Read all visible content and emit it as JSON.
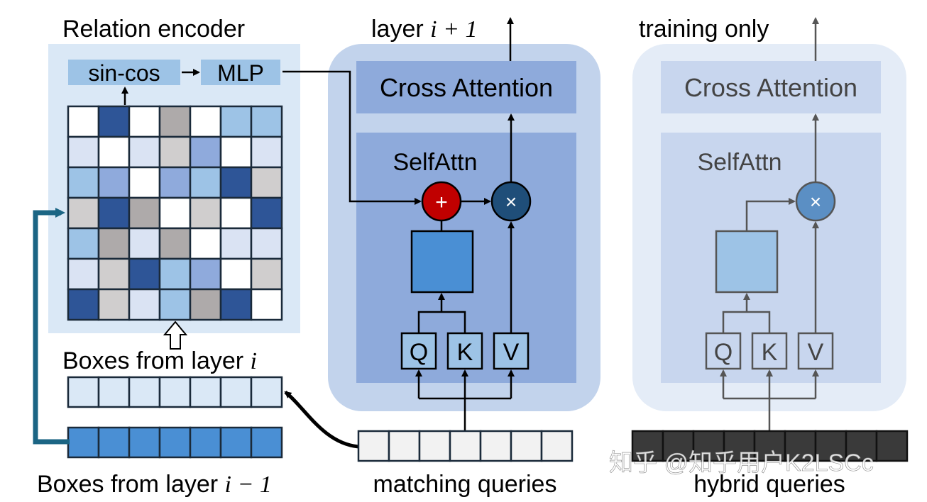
{
  "relation_encoder": {
    "title": "Relation encoder",
    "sincos_label": "sin-cos",
    "mlp_label": "MLP",
    "matrix_colors": [
      [
        "#ffffff",
        "#2e5597",
        "#ffffff",
        "#aeaaaa",
        "#ffffff",
        "#9dc3e6",
        "#9dc3e6"
      ],
      [
        "#dae3f3",
        "#ffffff",
        "#dae3f3",
        "#d0cece",
        "#8faadc",
        "#ffffff",
        "#dae3f3"
      ],
      [
        "#9dc3e6",
        "#8faadc",
        "#ffffff",
        "#8faadc",
        "#9dc3e6",
        "#2e5597",
        "#d0cece"
      ],
      [
        "#d0cece",
        "#2e5597",
        "#aeaaaa",
        "#ffffff",
        "#d0cece",
        "#ffffff",
        "#2e5597"
      ],
      [
        "#9dc3e6",
        "#aeaaaa",
        "#dae3f3",
        "#aeaaaa",
        "#ffffff",
        "#dae3f3",
        "#dae3f3"
      ],
      [
        "#dae3f3",
        "#d0cece",
        "#2e5597",
        "#9dc3e6",
        "#8faadc",
        "#ffffff",
        "#d0cece"
      ],
      [
        "#2e5597",
        "#d0cece",
        "#dae3f3",
        "#9dc3e6",
        "#aeaaaa",
        "#2e5597",
        "#ffffff"
      ]
    ]
  },
  "boxes": {
    "current_label": "Boxes from layer ",
    "current_var": "i",
    "prev_label": "Boxes from layer ",
    "prev_var": "i − 1",
    "current_color": "#dae8f6",
    "prev_color": "#4a8fd4"
  },
  "decoder_layer": {
    "output_label": "layer ",
    "output_var": "i + 1",
    "cross_attention": "Cross Attention",
    "self_attn": "SelfAttn",
    "plus_symbol": "+",
    "times_symbol": "×",
    "q": "Q",
    "k": "K",
    "v": "V"
  },
  "matching_queries": {
    "label": "matching queries"
  },
  "training_layer": {
    "output_label": "training only",
    "cross_attention": "Cross Attention",
    "self_attn": "SelfAttn",
    "times_symbol": "×",
    "q": "Q",
    "k": "K",
    "v": "V"
  },
  "hybrid_queries": {
    "label": "hybrid queries"
  },
  "watermark": "知乎 @知乎用户K2LSCc",
  "colors": {
    "encoder_bg": "#dae8f6",
    "layer_bg": "#c2d3ec",
    "cross_attn_bg": "#8eaadb",
    "self_attn_bg": "#8eaadb",
    "training_bg": "#e4ecf7",
    "training_inner": "#c8d6ee",
    "add_red": "#c00000",
    "mult_blue": "#1f4e79",
    "query_cell": "#f2f2f2",
    "hybrid_cell": "#3a3a3a"
  }
}
